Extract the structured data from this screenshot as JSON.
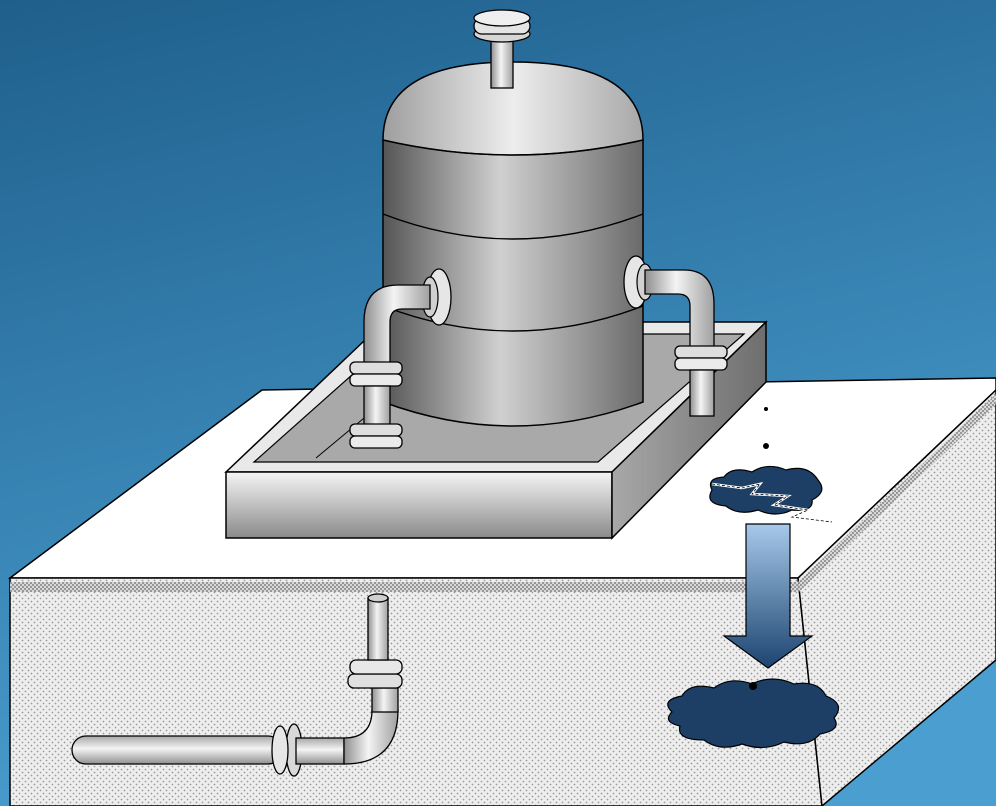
{
  "diagram": {
    "subject": "",
    "colors": {
      "background_top": "#1f5f8c",
      "background_bottom": "#4a9fd0",
      "ground_top": "#ffffff",
      "ground_side": "#ececec",
      "stipple": "#9a9a9a",
      "steel_dark": "#5e5e5e",
      "steel_light": "#ececec",
      "pipe_light": "#f2f2f2",
      "pipe_dark": "#8f8f8f",
      "spill": "#1d3f66",
      "arrow_top": "#9cc3e8",
      "arrow_bottom": "#1c4470",
      "outline": "#000000"
    },
    "components": [
      "vertical-pressure-vessel",
      "secondary-containment-pad",
      "inlet-outlet-piping",
      "underground-pipeline",
      "surface-leak",
      "downward-migration-arrow",
      "subsurface-contaminant-plume",
      "soil-block"
    ]
  }
}
